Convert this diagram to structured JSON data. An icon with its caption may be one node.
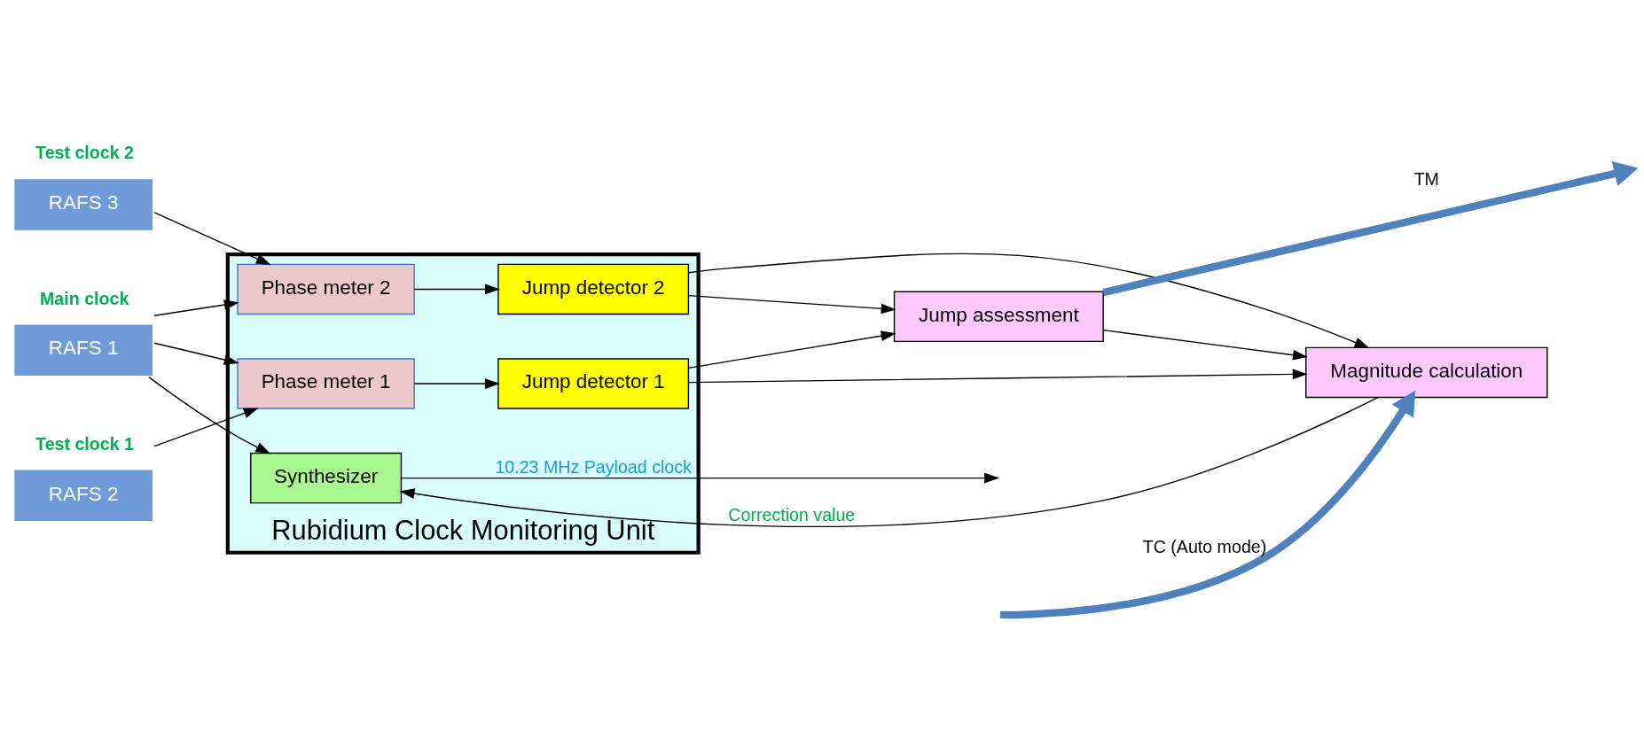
{
  "diagram": {
    "nodes": [
      {
        "text": [
          "RAFS 1"
        ],
        "beside": [
          "Main clock"
        ]
      },
      {
        "text": [
          "RAFS 2"
        ],
        "beside": [
          "Test clock 1"
        ]
      },
      {
        "text": [
          "RAFS 3"
        ],
        "beside": [
          "Test clock 2"
        ]
      },
      {
        "text": [
          "Rubidium Clock Monitoring Unit"
        ]
      },
      {
        "text": [
          "Synthesizer"
        ],
        "in": 3
      },
      {
        "text": [
          "Phase meter 1"
        ],
        "in": 3
      },
      {
        "text": [
          "Phase meter 2"
        ],
        "in": 3
      },
      {
        "text": [
          "Jump detector 1"
        ],
        "in": 3
      },
      {
        "text": [
          "Jump detector 2"
        ],
        "in": 3
      },
      {
        "text": [
          "Jump assessment"
        ]
      },
      {
        "text": [
          "Magnitude calculation"
        ]
      }
    ],
    "edges": [
      {
        "from": 0,
        "to": 4,
        "arrow": "to"
      },
      {
        "from": 0,
        "to": 5,
        "arrow": "to"
      },
      {
        "from": 0,
        "to": 6,
        "arrow": "to"
      },
      {
        "from": 1,
        "to": 5,
        "arrow": "to"
      },
      {
        "from": 2,
        "to": 6,
        "arrow": "to"
      },
      {
        "from": 4,
        "to": null,
        "arrow": "to",
        "label": "10.23 MHz Payload clock"
      },
      {
        "from": 5,
        "to": 7,
        "arrow": "to"
      },
      {
        "from": 6,
        "to": 8,
        "arrow": "to"
      },
      {
        "from": 7,
        "to": 10,
        "arrow": "to"
      },
      {
        "from": 7,
        "to": 9,
        "arrow": "to"
      },
      {
        "from": 8,
        "to": 9,
        "arrow": "to"
      },
      {
        "from": 8,
        "to": 10,
        "arrow": "to"
      },
      {
        "from": 9,
        "to": 10,
        "arrow": "to"
      },
      {
        "from": 10,
        "to": 4,
        "arrow": "to",
        "label": "Correction value"
      },
      {
        "from": 9,
        "to": null,
        "arrow": "to",
        "label": "TM",
        "style": "thick",
        "color": "#4f81bd"
      },
      {
        "from": null,
        "to": 10,
        "arrow": "to",
        "label": "TC (Auto mode)",
        "style": "thick",
        "color": "#4f81bd"
      }
    ]
  }
}
